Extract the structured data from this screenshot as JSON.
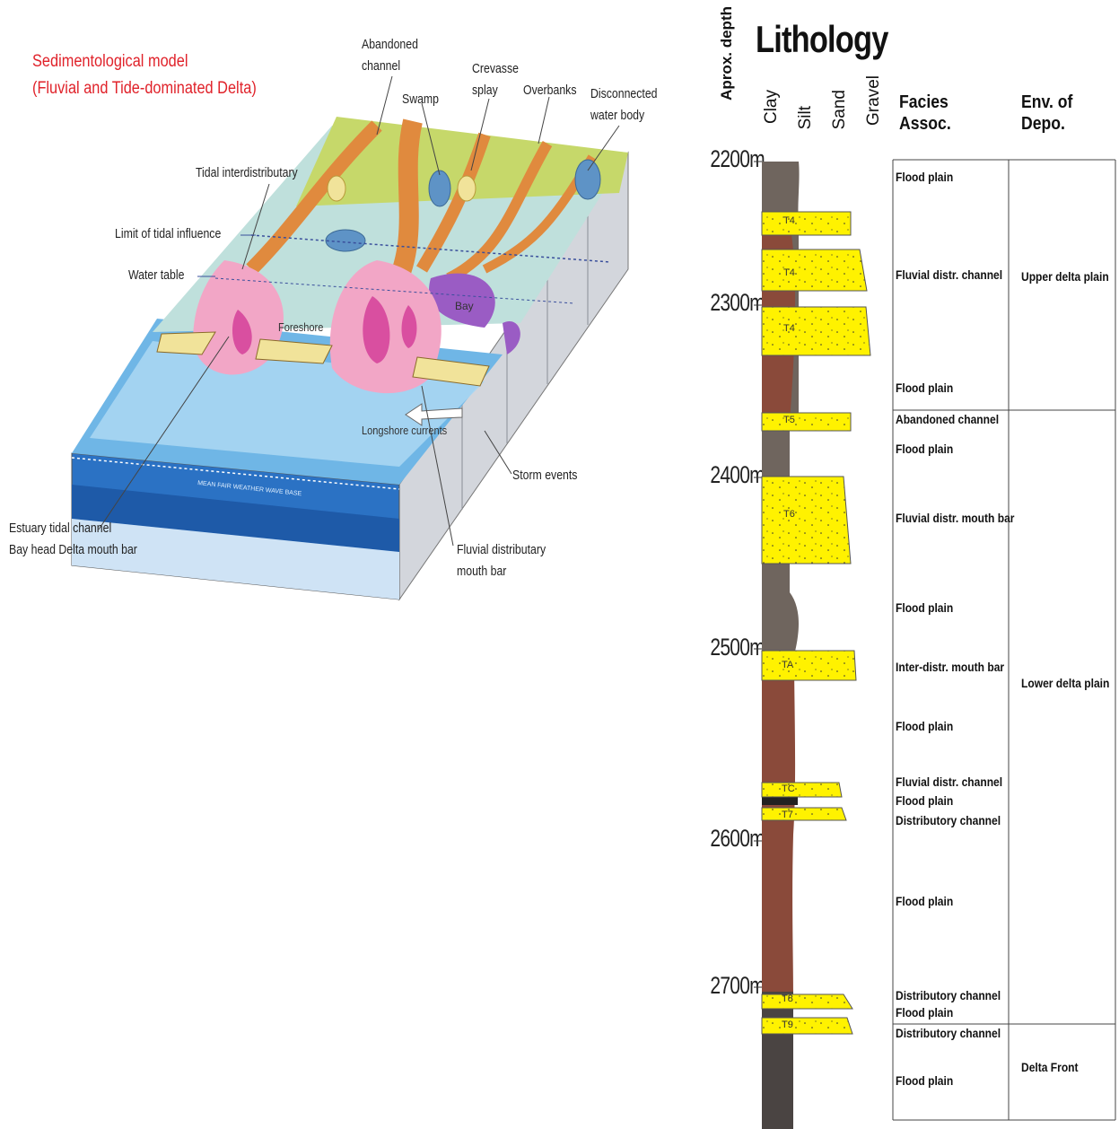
{
  "model": {
    "title_line1": "Sedimentological model",
    "title_line2": "(Fluvial and Tide-dominated Delta)",
    "labels": {
      "abandoned_1": "Abandoned",
      "abandoned_2": "channel",
      "swamp": "Swamp",
      "crevasse_1": "Crevasse",
      "crevasse_2": "splay",
      "overbanks": "Overbanks",
      "disconnected_1": "Disconnected",
      "disconnected_2": "water body",
      "tidal_inter": "Tidal interdistributary",
      "limit_tidal": "Limit of tidal influence",
      "water_table": "Water table",
      "bay": "Bay",
      "foreshore": "Foreshore",
      "longshore": "Longshore currents",
      "storm": "Storm events",
      "estuary_1": "Estuary tidal channel",
      "estuary_2": "Bay head Delta mouth bar",
      "fluvial_mouth_1": "Fluvial distributary",
      "fluvial_mouth_2": "mouth bar",
      "wave_base": "MEAN FAIR WEATHER WAVE BASE"
    },
    "colors": {
      "floodplain": "#c6d86a",
      "channel": "#e08a3e",
      "tidal_water": "#bfe0dc",
      "sea": "#5aa7dc",
      "delta_pink": "#f2a6c6",
      "delta_magenta": "#d94fa0",
      "bay_purple": "#9a5cc4",
      "foreshore_yellow": "#f1e39a"
    }
  },
  "log": {
    "title": "Lithology",
    "depth_axis": "Aprox. depth",
    "grain_sizes": [
      "Clay",
      "Silt",
      "Sand",
      "Gravel"
    ],
    "facies_header_1": "Facies",
    "facies_header_2": "Assoc.",
    "env_header_1": "Env. of",
    "env_header_2": "Depo.",
    "depths": [
      "2200m",
      "2300m",
      "2400m",
      "2500m",
      "2600m",
      "2700m"
    ],
    "sand_tags": [
      "T4",
      "T4",
      "T4",
      "T5",
      "T6",
      "TA",
      "TC",
      "T7",
      "T8",
      "T9"
    ],
    "facies": [
      "Flood plain",
      "Fluvial distr. channel",
      "Flood plain",
      "Abandoned channel",
      "Flood plain",
      "Fluvial distr. mouth bar",
      "Flood plain",
      "Inter-distr. mouth bar",
      "Flood plain",
      "Fluvial distr. channel",
      "Flood plain",
      "Distributory channel",
      "Flood plain",
      "Distributory channel",
      "Flood plain",
      "Distributory channel",
      "Flood plain"
    ],
    "environments": [
      "Upper delta plain",
      "Lower delta plain",
      "Delta Front"
    ],
    "colors": {
      "shale": "#8a4a3a",
      "silt": "#6f655e",
      "dark": "#4a4442",
      "sand": "#fff200"
    }
  }
}
